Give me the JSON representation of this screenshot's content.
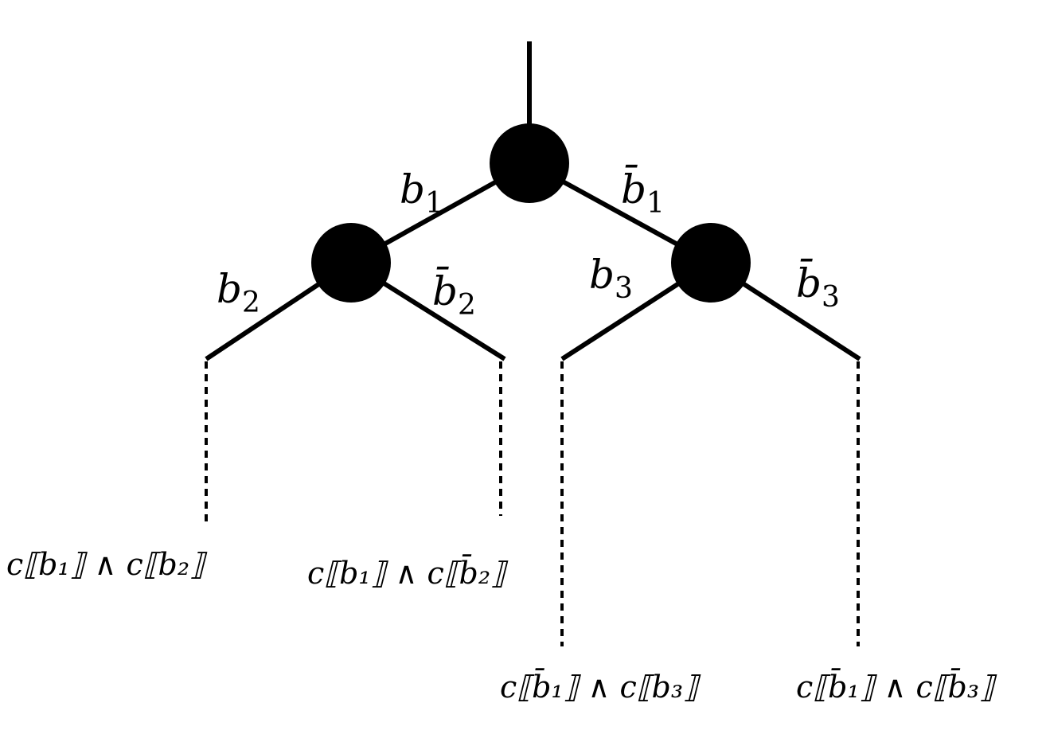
{
  "tree": {
    "edge_labels": {
      "root_left": "b",
      "root_left_sub": "1",
      "root_right": "b̄",
      "root_right_sub": "1",
      "left_left": "b",
      "left_left_sub": "2",
      "left_right": "b̄",
      "left_right_sub": "2",
      "right_left": "b",
      "right_left_sub": "3",
      "right_right": "b̄",
      "right_right_sub": "3"
    },
    "leaves": [
      "c⟦b₁⟧ ∧ c⟦b₂⟧",
      "c⟦b₁⟧ ∧ c⟦b̄₂⟧",
      "c⟦b̄₁⟧ ∧ c⟦b₃⟧",
      "c⟦b̄₁⟧ ∧ c⟦b̄₃⟧"
    ]
  }
}
